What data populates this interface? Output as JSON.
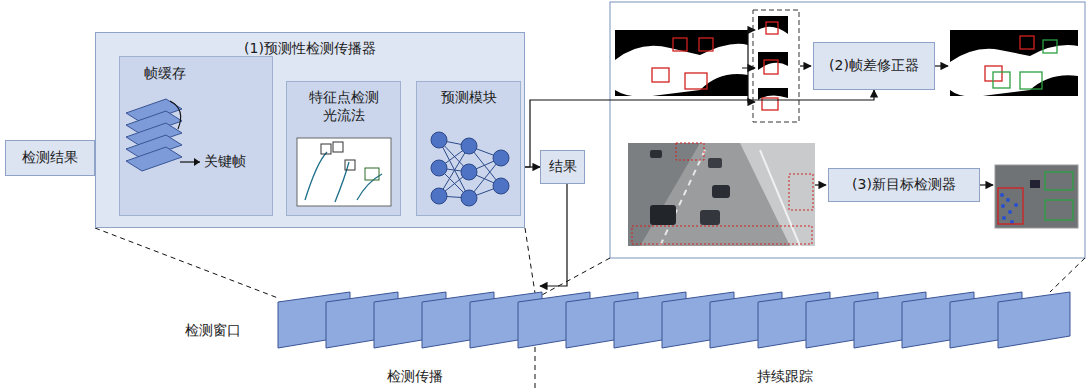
{
  "diagram": {
    "nodes": [
      {
        "text": [
          "检测结果"
        ]
      },
      {
        "text": [
          "(1)预测性检测传播器"
        ]
      },
      {
        "text": [
          "帧缓存",
          "关键帧"
        ],
        "in": 1
      },
      {
        "text": [
          "特征点检测 光流法"
        ],
        "in": 1
      },
      {
        "text": [
          "预测模块"
        ],
        "in": 1
      },
      {
        "text": [
          "结果"
        ]
      },
      {
        "text": [
          "(2)帧差修正器"
        ]
      },
      {
        "text": [
          "(3)新目标检测器"
        ]
      }
    ],
    "edges": [
      {
        "from": 0,
        "to": 2,
        "arrow": "to"
      },
      {
        "from": 2,
        "to": 3,
        "arrow": "to"
      },
      {
        "from": 3,
        "to": 4,
        "arrow": "to"
      },
      {
        "from": 4,
        "to": 5,
        "arrow": "to"
      },
      {
        "from": 4,
        "to": 6,
        "arrow": "to"
      }
    ],
    "labels": [
      "检测窗口",
      "检测传播",
      "持续跟踪"
    ]
  }
}
